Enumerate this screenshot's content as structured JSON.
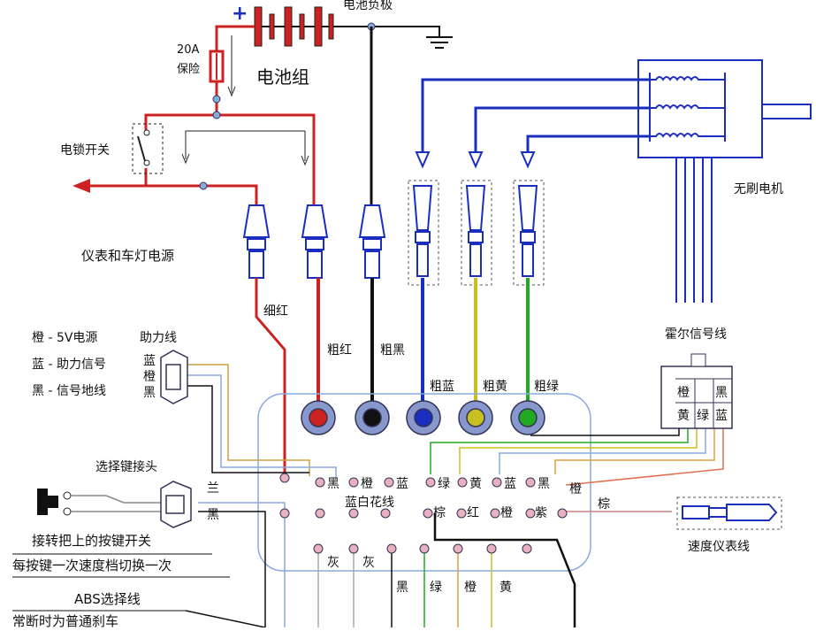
{
  "labels": {
    "battery_negative": "电池负极",
    "battery_pack": "电池组",
    "plus_sign": "+",
    "fuse_current": "20A",
    "fuse_name": "保险",
    "key_switch": "电锁开关",
    "meter_power": "仪表和车灯电源",
    "motor": "无刷电机",
    "hall_signal": "霍尔信号线",
    "thin_red": "细红",
    "thick_red": "粗红",
    "thick_black": "粗黑",
    "thick_blue": "粗蓝",
    "thick_yellow": "粗黄",
    "thick_green": "粗绿",
    "assist_orange": "橙 - 5V电源",
    "assist_blue": "蓝 - 助力信号",
    "assist_black": "黑 - 信号地线",
    "assist_line": "助力线",
    "assist_pin_blue": "蓝",
    "assist_pin_orange": "橙",
    "assist_pin_black": "黑",
    "select_connector": "选择键接头",
    "select_pin_lan": "兰",
    "select_pin_black": "黑",
    "button_switch": "接转把上的按键开关",
    "button_note": "每按键一次速度档切换一次",
    "abs_line": "ABS选择线",
    "abs_note": "常断时为普通刹车",
    "speedometer": "速度仪表线",
    "speedo_pin": "棕",
    "hall_cells": [
      "橙",
      "黑",
      "黄",
      "绿",
      "蓝"
    ]
  },
  "controller": {
    "row1": [
      "黑",
      "橙",
      "蓝",
      "绿",
      "黄",
      "蓝",
      "黑",
      "橙"
    ],
    "row2_label": "蓝白花线",
    "row2": [
      "棕",
      "红",
      "橙",
      "紫"
    ],
    "row3": [
      "灰",
      "灰"
    ],
    "bottom": [
      "黑",
      "绿",
      "橙",
      "黄"
    ]
  },
  "colors": {
    "red": "#cc2222",
    "black": "#111111",
    "blue": "#1a2fc0",
    "yellow": "#c8c020",
    "green": "#22aa22",
    "light_blue": "#88aadd",
    "orange": "#e0a040",
    "gray": "#999999"
  }
}
